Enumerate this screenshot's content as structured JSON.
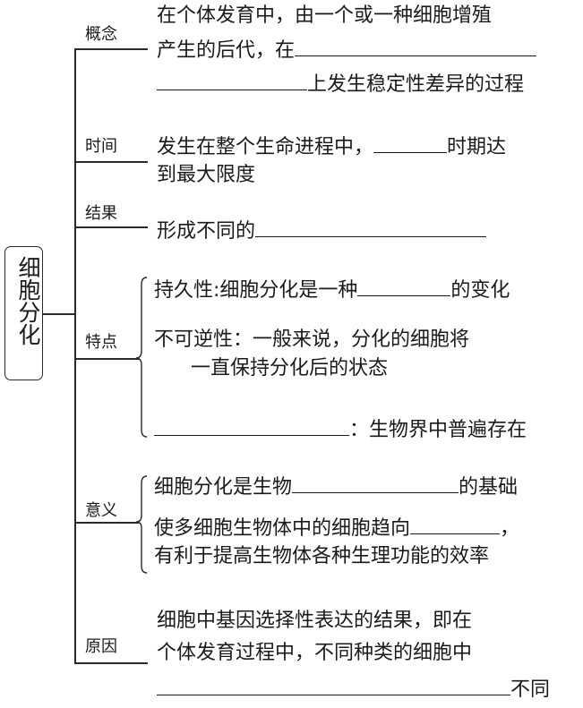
{
  "root": {
    "label": "细胞分化"
  },
  "branches": [
    {
      "label": "概念",
      "lines": [
        {
          "pre": "在个体发育中，由一个或一种细胞增殖",
          "blank": "",
          "post": ""
        },
        {
          "pre": "产生的后代，在",
          "blank": "",
          "post": ""
        },
        {
          "pre": "",
          "blank": "",
          "post": "上发生稳定性差异的过程"
        }
      ]
    },
    {
      "label": "时间",
      "lines": [
        {
          "pre": "发生在整个生命进程中，",
          "blank": "",
          "post": "时期达"
        },
        {
          "pre": "到最大限度",
          "blank": "",
          "post": ""
        }
      ]
    },
    {
      "label": "结果",
      "lines": [
        {
          "pre": "形成不同的",
          "blank": "",
          "post": ""
        }
      ]
    },
    {
      "label": "特点",
      "items": [
        {
          "pre": "持久性:细胞分化是一种",
          "blank": "",
          "post": "的变化"
        },
        {
          "line1": "不可逆性：一般来说，分化的细胞将",
          "line2": "一直保持分化后的状态"
        },
        {
          "pre": "",
          "blank": "",
          "post": "：生物界中普遍存在"
        }
      ]
    },
    {
      "label": "意义",
      "items": [
        {
          "pre": "细胞分化是生物",
          "blank": "",
          "post": "的基础"
        },
        {
          "pre": "使多细胞生物体中的细胞趋向",
          "blank": "",
          "post": "，"
        },
        {
          "pre": "有利于提高生物体各种生理功能的效率",
          "blank": "",
          "post": ""
        }
      ]
    },
    {
      "label": "原因",
      "lines": [
        {
          "pre": "细胞中基因选择性表达的结果，即在",
          "blank": "",
          "post": ""
        },
        {
          "pre": "个体发育过程中，不同种类的细胞中",
          "blank": "",
          "post": ""
        },
        {
          "pre": "",
          "blank": "",
          "post": "不同"
        }
      ]
    }
  ]
}
